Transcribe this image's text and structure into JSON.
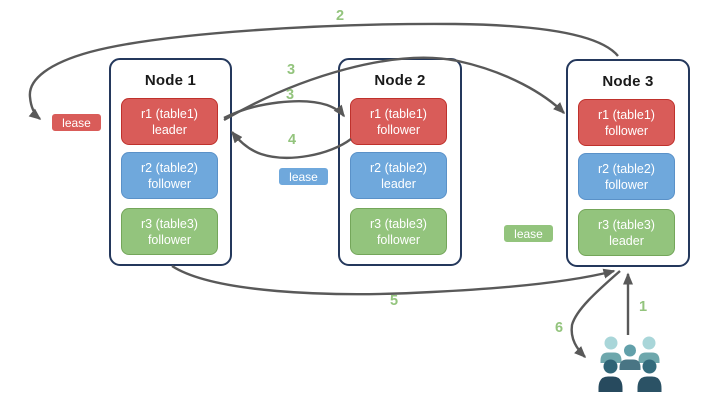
{
  "colors": {
    "red-fill": "#d95c59",
    "red-border": "#bf312c",
    "blue-fill": "#6fa8dc",
    "blue-border": "#5a91c8",
    "green-fill": "#93c47d",
    "green-border": "#74a65a",
    "node-border": "#24385c",
    "arrow": "#595959",
    "step-label": "#93c47d"
  },
  "nodes": [
    {
      "title": "Node 1",
      "ranges": [
        {
          "range": "r1 (table1)",
          "role": "leader",
          "color": "red"
        },
        {
          "range": "r2 (table2)",
          "role": "follower",
          "color": "blue"
        },
        {
          "range": "r3 (table3)",
          "role": "follower",
          "color": "green"
        }
      ]
    },
    {
      "title": "Node 2",
      "ranges": [
        {
          "range": "r1 (table1)",
          "role": "follower",
          "color": "red"
        },
        {
          "range": "r2 (table2)",
          "role": "leader",
          "color": "blue"
        },
        {
          "range": "r3 (table3)",
          "role": "follower",
          "color": "green"
        }
      ]
    },
    {
      "title": "Node 3",
      "ranges": [
        {
          "range": "r1 (table1)",
          "role": "follower",
          "color": "red"
        },
        {
          "range": "r2 (table2)",
          "role": "follower",
          "color": "blue"
        },
        {
          "range": "r3 (table3)",
          "role": "leader",
          "color": "green"
        }
      ]
    }
  ],
  "leases": [
    {
      "label": "lease",
      "color": "red"
    },
    {
      "label": "lease",
      "color": "blue"
    },
    {
      "label": "lease",
      "color": "green"
    }
  ],
  "steps": [
    {
      "num": "1"
    },
    {
      "num": "2"
    },
    {
      "num": "3"
    },
    {
      "num": "3"
    },
    {
      "num": "4"
    },
    {
      "num": "5"
    },
    {
      "num": "6"
    }
  ],
  "icons": {
    "users": "users-group-icon"
  }
}
